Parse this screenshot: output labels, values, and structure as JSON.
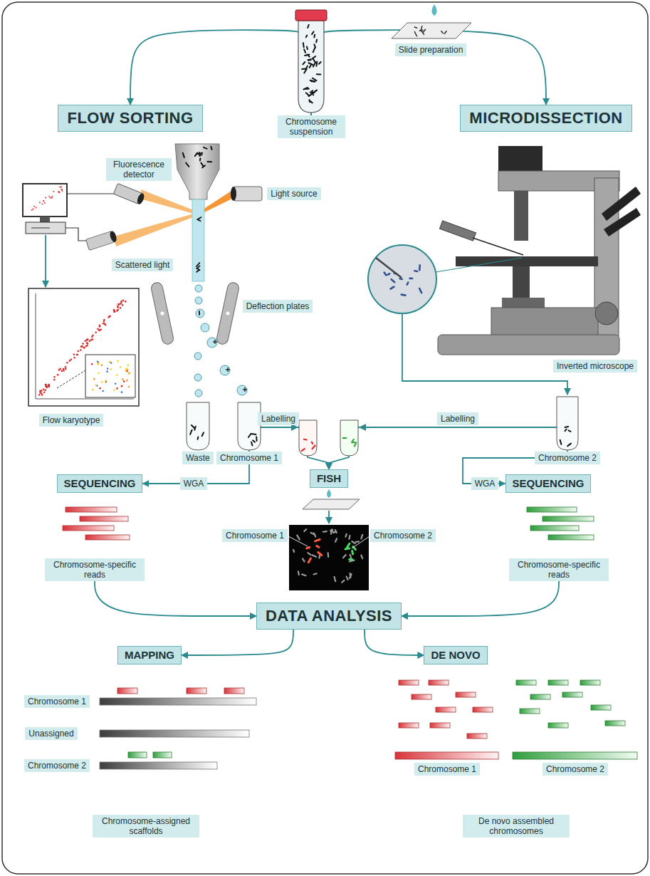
{
  "diagram": {
    "nodes": [
      {
        "text": [
          "Chromosome suspension"
        ]
      },
      {
        "text": [
          "Slide preparation"
        ]
      },
      {
        "text": [
          "FLOW SORTING"
        ]
      },
      {
        "text": [
          "MICRODISSECTION"
        ]
      },
      {
        "text": [
          "Fluorescence detector"
        ]
      },
      {
        "text": [
          "Light source"
        ]
      },
      {
        "text": [
          "Scattered light"
        ]
      },
      {
        "text": [
          "Deflection plates"
        ]
      },
      {
        "text": [
          "Inverted microscope"
        ]
      },
      {
        "text": [
          "Flow karyotype"
        ]
      },
      {
        "text": [
          "Waste"
        ]
      },
      {
        "text": [
          "Chromosome 1"
        ]
      },
      {
        "text": [
          "Chromosome 2"
        ]
      },
      {
        "text": [
          "FISH"
        ]
      },
      {
        "text": [
          "SEQUENCING"
        ]
      },
      {
        "text": [
          "SEQUENCING"
        ]
      },
      {
        "text": [
          "Chromosome 1"
        ]
      },
      {
        "text": [
          "Chromosome 2"
        ]
      },
      {
        "text": [
          "Chromosome-specific reads"
        ]
      },
      {
        "text": [
          "Chromosome-specific reads"
        ]
      },
      {
        "text": [
          "DATA ANALYSIS"
        ]
      },
      {
        "text": [
          "MAPPING"
        ]
      },
      {
        "text": [
          "DE NOVO"
        ]
      },
      {
        "text": [
          "Chromosome 1"
        ]
      },
      {
        "text": [
          "Unassigned"
        ]
      },
      {
        "text": [
          "Chromosome 2"
        ]
      },
      {
        "text": [
          "Chromosome 1"
        ]
      },
      {
        "text": [
          "Chromosome 2"
        ]
      },
      {
        "text": [
          "Chromosome-assigned scaffolds"
        ]
      },
      {
        "text": [
          "De novo assembled chromosomes"
        ]
      }
    ],
    "edges": [
      {
        "from": 0,
        "to": 2,
        "arrow": "to"
      },
      {
        "from": 0,
        "to": 3,
        "arrow": "to"
      },
      {
        "from": 11,
        "to": 13,
        "label": "Labelling",
        "arrow": "to"
      },
      {
        "from": 12,
        "to": 13,
        "label": "Labelling",
        "arrow": "to"
      },
      {
        "from": 11,
        "to": 14,
        "label": "WGA",
        "arrow": "to"
      },
      {
        "from": 12,
        "to": 15,
        "label": "WGA",
        "arrow": "to"
      },
      {
        "from": 18,
        "to": 20,
        "arrow": "to"
      },
      {
        "from": 19,
        "to": 20,
        "arrow": "to"
      },
      {
        "from": 20,
        "to": 21,
        "arrow": "to"
      },
      {
        "from": 20,
        "to": 22,
        "arrow": "to"
      }
    ]
  }
}
